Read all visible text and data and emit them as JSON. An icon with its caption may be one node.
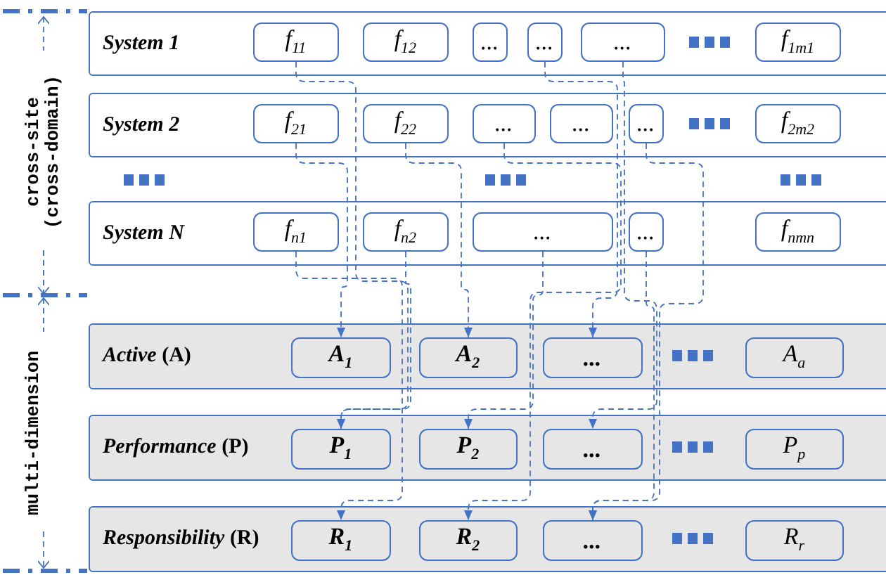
{
  "diagram": {
    "nodes": [
      {
        "text": [
          "System 1"
        ]
      },
      {
        "text": [
          "f$_{11}$"
        ],
        "in": 0
      },
      {
        "text": [
          "f$_{12}$"
        ],
        "in": 0
      },
      {
        "text": [
          "..."
        ],
        "in": 0
      },
      {
        "text": [
          "..."
        ],
        "in": 0
      },
      {
        "text": [
          "..."
        ],
        "in": 0
      },
      {
        "text": [
          "f$_{1m}$$_{1}$"
        ],
        "in": 0
      },
      {
        "text": [
          "System 2"
        ]
      },
      {
        "text": [
          "f$_{21}$"
        ],
        "in": 7
      },
      {
        "text": [
          "f$_{22}$"
        ],
        "in": 7
      },
      {
        "text": [
          "..."
        ],
        "in": 7
      },
      {
        "text": [
          "..."
        ],
        "in": 7
      },
      {
        "text": [
          "..."
        ],
        "in": 7
      },
      {
        "text": [
          "f$_{2m}$$_{2}$"
        ],
        "in": 7
      },
      {
        "text": [
          "System N"
        ]
      },
      {
        "text": [
          "f$_{n1}$"
        ],
        "in": 14
      },
      {
        "text": [
          "f$_{n2}$"
        ],
        "in": 14
      },
      {
        "text": [
          "..."
        ],
        "in": 14
      },
      {
        "text": [
          "..."
        ],
        "in": 14
      },
      {
        "text": [
          "f$_{nm}$$_{n}$"
        ],
        "in": 14
      },
      {
        "text": [
          "*Active* (A)"
        ]
      },
      {
        "text": [
          "A$_{1}$"
        ],
        "in": 20
      },
      {
        "text": [
          "A$_{2}$"
        ],
        "in": 20
      },
      {
        "text": [
          "..."
        ],
        "in": 20
      },
      {
        "text": [
          "A$_{a}$"
        ],
        "in": 20
      },
      {
        "text": [
          "*Performance* (P)"
        ]
      },
      {
        "text": [
          "P$_{1}$"
        ],
        "in": 25
      },
      {
        "text": [
          "P$_{2}$"
        ],
        "in": 25
      },
      {
        "text": [
          "..."
        ],
        "in": 25
      },
      {
        "text": [
          "P$_{p}$"
        ],
        "in": 25
      },
      {
        "text": [
          "*Responsibility* (R)"
        ]
      },
      {
        "text": [
          "R$_{1}$"
        ],
        "in": 30
      },
      {
        "text": [
          "R$_{2}$"
        ],
        "in": 30
      },
      {
        "text": [
          "..."
        ],
        "in": 30
      },
      {
        "text": [
          "R$_{r}$"
        ],
        "in": 30
      }
    ],
    "edges": [
      {
        "from": 1,
        "to": 26,
        "arrow": "to",
        "style": "dashed"
      },
      {
        "from": 8,
        "to": 21,
        "arrow": "to",
        "style": "dashed"
      },
      {
        "from": 15,
        "to": 31,
        "arrow": "to",
        "style": "dashed"
      },
      {
        "from": 9,
        "to": 22,
        "arrow": "to",
        "style": "dashed"
      },
      {
        "from": 16,
        "to": 26,
        "arrow": "to",
        "style": "dashed"
      },
      {
        "from": 10,
        "to": 32,
        "arrow": "to",
        "style": "dashed"
      },
      {
        "from": 17,
        "to": 27,
        "arrow": "to",
        "style": "dashed"
      },
      {
        "from": 4,
        "to": 23,
        "arrow": "to",
        "style": "dashed"
      },
      {
        "from": 5,
        "to": 28,
        "arrow": "to",
        "style": "dashed"
      },
      {
        "from": 12,
        "to": 33,
        "arrow": "to",
        "style": "dashed"
      },
      {
        "from": 18,
        "to": 33,
        "arrow": "to",
        "style": "dashed"
      }
    ],
    "labels": [
      "cross-site (cross-domain)",
      "multi-dimension"
    ]
  }
}
